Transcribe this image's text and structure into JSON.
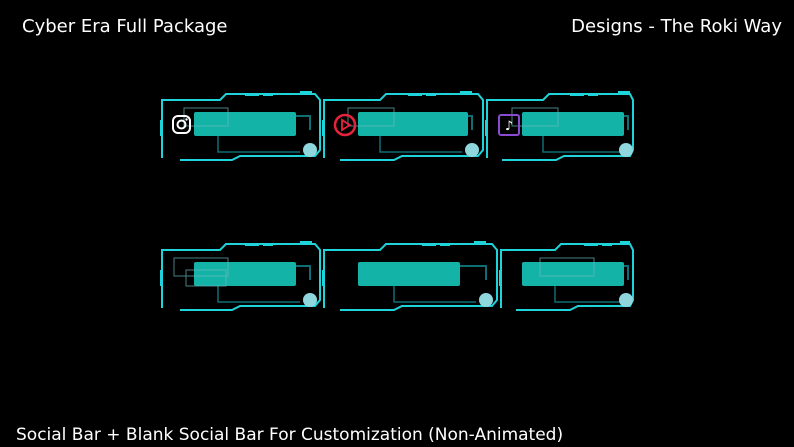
{
  "header": {
    "left_title": "Cyber Era Full Package",
    "right_title": "Designs - The Roki Way"
  },
  "footer": {
    "caption": "Social Bar + Blank Social Bar For Customization (Non-Animated)"
  },
  "colors": {
    "background": "#000000",
    "frame_accent": "#1fd3da",
    "frame_dark": "#0e6e74",
    "panel_fill": "#14b3a8",
    "instagram": "#ffffff",
    "youtube": "#e6233c",
    "tiktok": "#8a4bd0"
  },
  "rows": [
    {
      "name": "social-bar",
      "panels": [
        {
          "platform": "instagram",
          "icon": "instagram-icon"
        },
        {
          "platform": "youtube",
          "icon": "youtube-icon"
        },
        {
          "platform": "tiktok",
          "icon": "tiktok-icon"
        }
      ]
    },
    {
      "name": "blank-social-bar",
      "panels": [
        {
          "platform": "blank",
          "icon": ""
        },
        {
          "platform": "blank",
          "icon": ""
        },
        {
          "platform": "blank",
          "icon": ""
        }
      ]
    }
  ]
}
